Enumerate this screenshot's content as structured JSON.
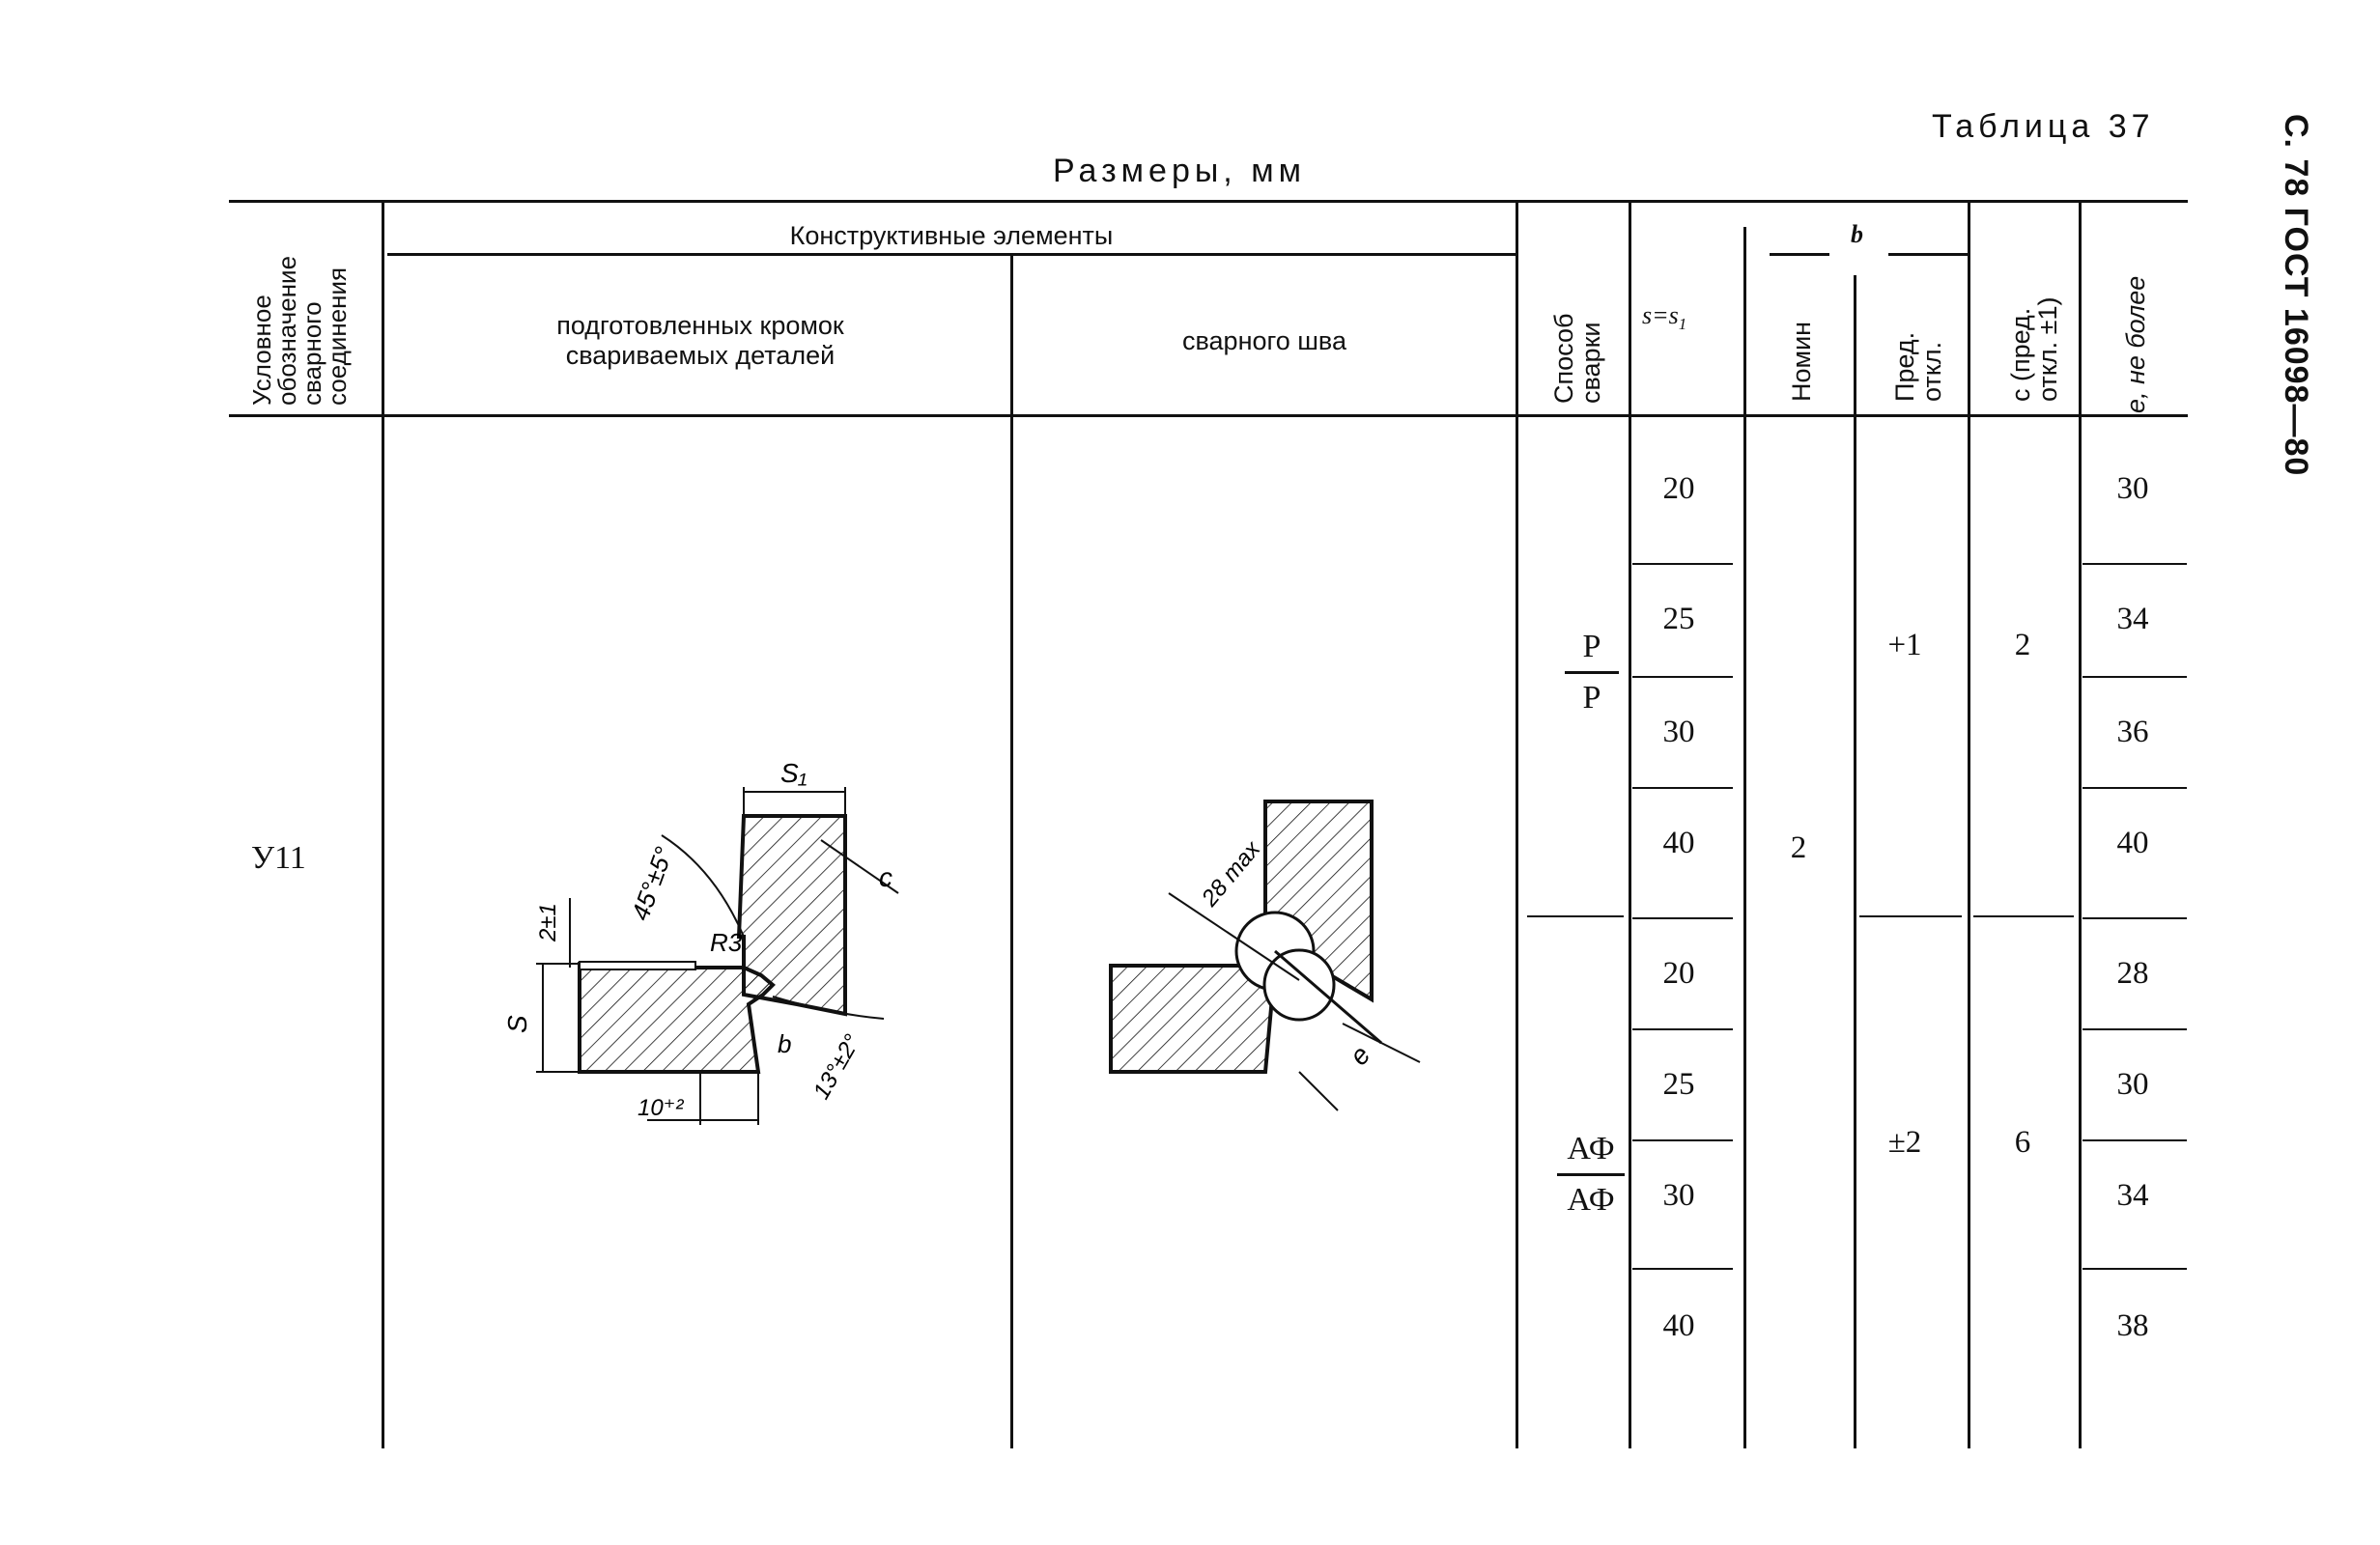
{
  "page_side_label": "С. 78 ГОСТ 16098—80",
  "table_label": "Таблица 37",
  "dimensions_title": "Размеры, мм",
  "headers": {
    "designation": "Условное обозначение сварного соединения",
    "structural": "Конструктивные элементы",
    "prepared_edges": "подготовленных кромок свариваемых деталей",
    "weld": "сварного шва",
    "method": "Способ сварки",
    "s": "s=s",
    "s_sub": "1",
    "b": "b",
    "nominal": "Номин",
    "tolerance": "Пред. откл.",
    "c": "c (пред. откл. ±1)",
    "e": "е, не более"
  },
  "row": {
    "designation": "У11",
    "groups": [
      {
        "method_num": "Р",
        "method_den": "Р",
        "tolerance": "+1",
        "c": "2",
        "s_values": [
          "20",
          "25",
          "30",
          "40"
        ],
        "e_values": [
          "30",
          "34",
          "36",
          "40"
        ]
      },
      {
        "method_num": "АФ",
        "method_den": "АФ",
        "tolerance": "±2",
        "c": "6",
        "s_values": [
          "20",
          "25",
          "30",
          "40"
        ],
        "e_values": [
          "28",
          "30",
          "34",
          "38"
        ]
      }
    ],
    "b_nominal": "2"
  },
  "drawing_labels": {
    "s1": "S₁",
    "angle1": "45°±5°",
    "c": "c",
    "r": "R3",
    "gap_tol": "2±1",
    "s": "S",
    "b": "b",
    "angle2": "13°±2°",
    "len": "10⁺²",
    "max": "28 max",
    "e": "e"
  }
}
